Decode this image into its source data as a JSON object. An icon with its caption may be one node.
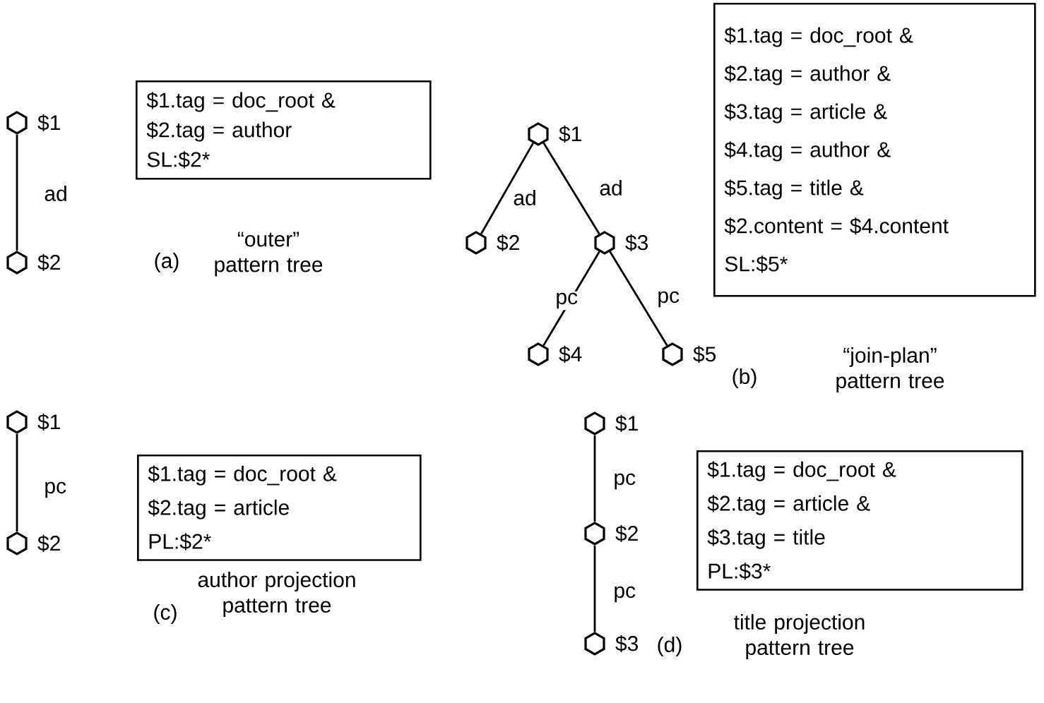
{
  "diagram": {
    "nodes": [
      {
        "text": [],
        "shape": "circle",
        "beside": [
          "$1"
        ]
      },
      {
        "text": [],
        "shape": "circle",
        "beside": [
          "$2"
        ]
      },
      {
        "text": [
          "$1.tag = doc_root &",
          "$2.tag = author",
          "SL:$2*"
        ]
      },
      {
        "text": [],
        "shape": "circle",
        "beside": [
          "$1"
        ]
      },
      {
        "text": [],
        "shape": "circle",
        "beside": [
          "$2"
        ]
      },
      {
        "text": [],
        "shape": "circle",
        "beside": [
          "$3"
        ]
      },
      {
        "text": [],
        "shape": "circle",
        "beside": [
          "$4"
        ]
      },
      {
        "text": [],
        "shape": "circle",
        "beside": [
          "$5"
        ]
      },
      {
        "text": [
          "$1.tag = doc_root &",
          "$2.tag = author &",
          "$3.tag = article &",
          "$4.tag = author &",
          "$5.tag = title &",
          "$2.content = $4.content",
          "SL:$5*"
        ]
      },
      {
        "text": [],
        "shape": "circle",
        "beside": [
          "$1"
        ]
      },
      {
        "text": [],
        "shape": "circle",
        "beside": [
          "$2"
        ]
      },
      {
        "text": [
          "$1.tag = doc_root &",
          "$2.tag = article",
          "PL:$2*"
        ]
      },
      {
        "text": [],
        "shape": "circle",
        "beside": [
          "$1"
        ]
      },
      {
        "text": [],
        "shape": "circle",
        "beside": [
          "$2"
        ]
      },
      {
        "text": [],
        "shape": "circle",
        "beside": [
          "$3"
        ]
      },
      {
        "text": [
          "$1.tag = doc_root &",
          "$2.tag = article &",
          "$3.tag = title",
          "PL:$3*"
        ]
      }
    ],
    "edges": [
      {
        "from": 0,
        "to": 1,
        "arrow": "none",
        "label": "ad"
      },
      {
        "from": 3,
        "to": 4,
        "arrow": "none",
        "label": "ad"
      },
      {
        "from": 3,
        "to": 5,
        "arrow": "none",
        "label": "ad"
      },
      {
        "from": 5,
        "to": 6,
        "arrow": "none",
        "label": "pc"
      },
      {
        "from": 5,
        "to": 7,
        "arrow": "none",
        "label": "pc"
      },
      {
        "from": 9,
        "to": 10,
        "arrow": "none",
        "label": "pc"
      },
      {
        "from": 12,
        "to": 13,
        "arrow": "none",
        "label": "pc"
      },
      {
        "from": 13,
        "to": 14,
        "arrow": "none",
        "label": "pc"
      }
    ],
    "labels": [
      "(a)",
      "“outer” pattern tree",
      "(b)",
      "“join-plan” pattern tree",
      "(c)",
      "author projection pattern tree",
      "(d)",
      "title projection pattern tree"
    ]
  }
}
